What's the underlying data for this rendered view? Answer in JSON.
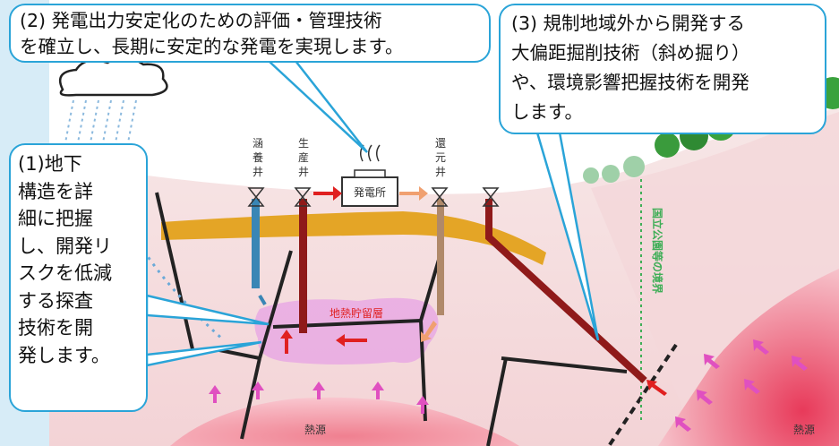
{
  "callouts": {
    "c1": "(1)地下\n構造を詳\n細に把握\nし、開発リ\nスクを低減\nする探査\n技術を開\n発します。",
    "c2": "(2) 発電出力安定化のための評価・管理技術\nを確立し、長期に安定的な発電を実現します。",
    "c3": "(3) 規制地域外から開発する\n大偏距掘削技術（斜め掘り）\nや、環境影響把握技術を開発\nします。"
  },
  "labels": {
    "well_kanyo": [
      "涵",
      "養",
      "井"
    ],
    "well_seisan": [
      "生",
      "産",
      "井"
    ],
    "well_kangen": [
      "還",
      "元",
      "井"
    ],
    "power_plant": "発電所",
    "reservoir": "地熱貯留層",
    "heat_source_center": "熱源",
    "heat_source_right": "熱源",
    "boundary": "国立公園等の境界"
  },
  "colors": {
    "callout_border": "#2aa4d8",
    "left_panel": "#d7ecf7",
    "ground": "#f6e1e1",
    "aquifer_layer": "#e4a526",
    "reservoir": "#e7a3e4",
    "magma": "#e8506a",
    "production_well": "#8f1a1a",
    "recharge_well": "#3a86b5",
    "reinjection_well": "#b0896a",
    "boundary_line": "#3fae57"
  }
}
